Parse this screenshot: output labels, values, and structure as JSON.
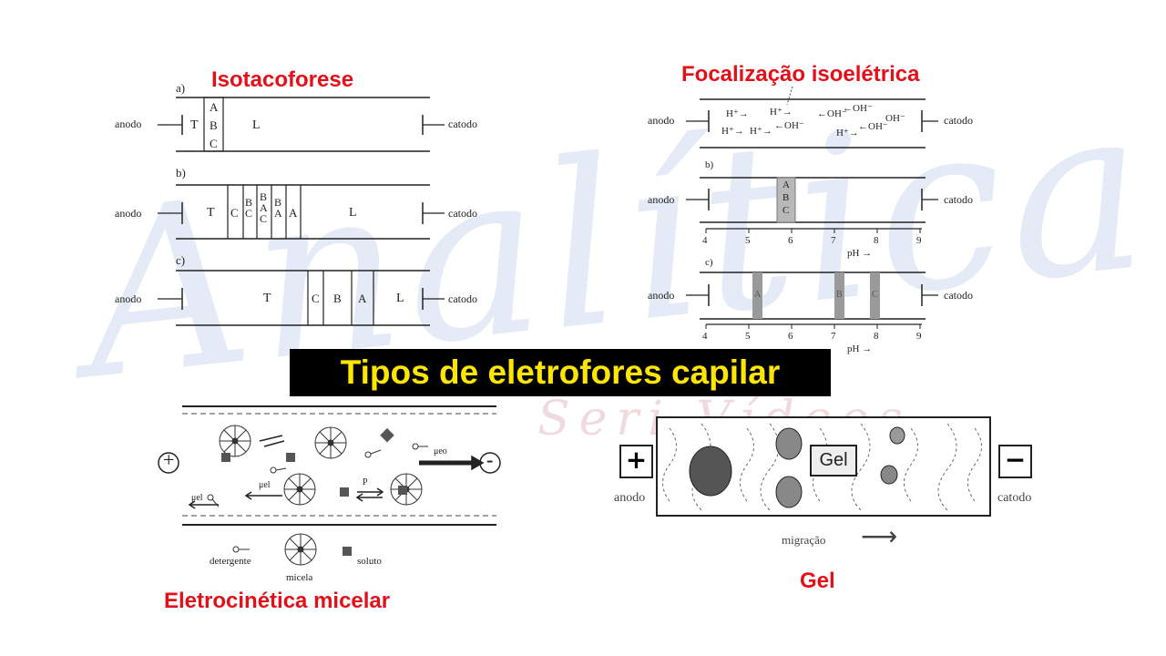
{
  "main_title": "Tipos de eletrofores capilar",
  "watermark": {
    "text": "Analítica",
    "subtext": "Seri Vídeos"
  },
  "isotacoforese": {
    "title": "Isotacoforese",
    "anode": "anodo",
    "cathode": "catodo",
    "panel_a": {
      "label": "a)",
      "leading": "T",
      "stack": [
        "A",
        "B",
        "C"
      ],
      "trailing": "L"
    },
    "panel_b": {
      "label": "b)",
      "zones": [
        "T",
        "C",
        "BC",
        "BAC",
        "BA",
        "A",
        "L"
      ]
    },
    "panel_c": {
      "label": "c)",
      "zones": [
        "T",
        "C",
        "B",
        "A",
        "L"
      ]
    }
  },
  "focalizacao": {
    "title": "Focalização isoelétrica",
    "anode": "anodo",
    "cathode": "catodo",
    "panel_a": {
      "ions": [
        "H⁺→",
        "H⁺→",
        "←OH⁻",
        "←OH⁻",
        "H⁺→",
        "H⁺→",
        "←OH⁻",
        "OH⁻",
        "H⁺→",
        "←OH⁻"
      ]
    },
    "panel_b": {
      "label": "b)",
      "band": [
        "A",
        "B",
        "C"
      ]
    },
    "panel_c": {
      "label": "c)",
      "bands": [
        "A",
        "B",
        "C"
      ]
    },
    "ph_ticks": [
      "4",
      "5",
      "6",
      "7",
      "8",
      "9"
    ],
    "ph_label": "pH →"
  },
  "micelar": {
    "title": "Eletrocinética micelar",
    "plus": "+",
    "minus": "-",
    "mu_eo": "μeo",
    "mu_el": "μel",
    "mu_el2": "μel",
    "p": "P",
    "legend": {
      "detergent": "detergente",
      "micelle": "micela",
      "solute": "soluto"
    }
  },
  "gel": {
    "title": "Gel",
    "plus": "+",
    "minus": "−",
    "anode": "anodo",
    "cathode": "catodo",
    "gel_label": "Gel",
    "migration": "migração",
    "arrow": "⟶"
  }
}
